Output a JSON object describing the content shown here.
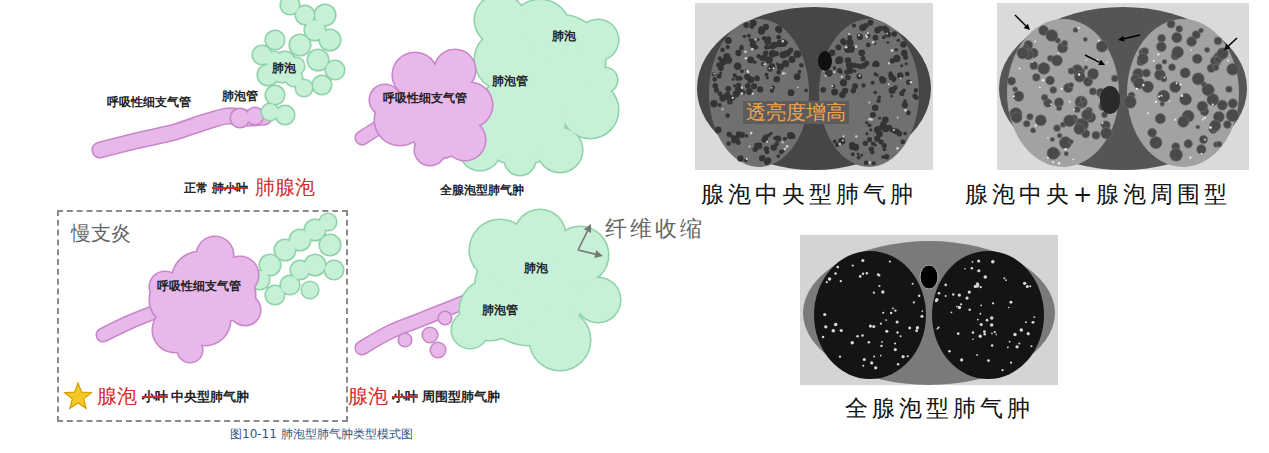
{
  "diagram": {
    "caption": "图10-11 肺泡型肺气肿类型模式图",
    "nodes": [
      {
        "text": [
          "慢支炎"
        ]
      },
      {
        "text": [
          "透亮度增高",
          "腺泡中央型肺气肿"
        ]
      },
      {
        "text": [
          "腺泡中央+腺泡周围型"
        ]
      },
      {
        "text": [
          "全腺泡型肺气肿"
        ]
      }
    ],
    "labels": [
      "呼吸性细支气管",
      "肺泡",
      "肺泡管",
      "正常",
      "肺小叶",
      "肺腺泡",
      "肺泡",
      "呼吸性细支气管",
      "肺泡管",
      "全腺泡型肺气肿",
      "纤维收缩",
      "呼吸性细支气管",
      "腺泡",
      "小叶",
      "中央型肺气肿",
      "肺泡",
      "肺泡管",
      "腺泡",
      "小叶",
      "周围型肺气肿"
    ]
  }
}
